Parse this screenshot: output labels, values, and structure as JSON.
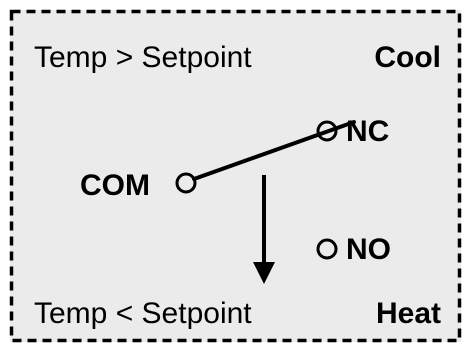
{
  "diagram": {
    "top_condition": "Temp > Setpoint",
    "top_mode": "Cool",
    "bottom_condition": "Temp < Setpoint",
    "bottom_mode": "Heat",
    "terminal_com": "COM",
    "terminal_nc": "NC",
    "terminal_no": "NO"
  }
}
